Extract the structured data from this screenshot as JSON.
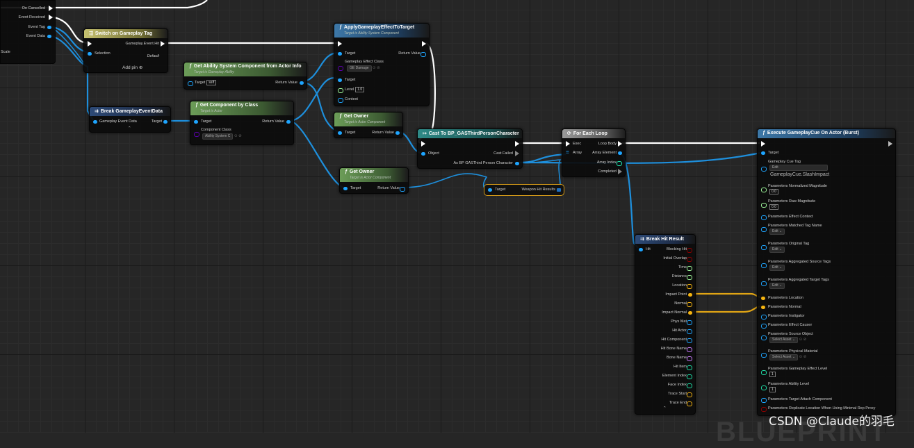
{
  "left_partial": {
    "pins": [
      "On Cancelled",
      "Event Received",
      "Event Tag",
      "Event Data",
      "Scale"
    ]
  },
  "switch_node": {
    "title": "Switch on Gameplay Tag",
    "pin_selection": "Selection",
    "pin_case": "Gameplay.Event.Hit",
    "pin_default": "Default",
    "add_pin": "Add pin"
  },
  "break_event_node": {
    "title": "Break GameplayEventData",
    "pin_in": "Gameplay Event Data",
    "pin_out": "Target"
  },
  "get_asc_node": {
    "title": "Get Ability System Component from Actor Info",
    "subtitle": "Target is Gameplay Ability",
    "pin_target": "Target",
    "target_value": "self",
    "pin_return": "Return Value"
  },
  "get_component_node": {
    "title": "Get Component by Class",
    "subtitle": "Target is Actor",
    "pin_target": "Target",
    "pin_return": "Return Value",
    "pin_class": "Component Class",
    "class_value": "Ability System C"
  },
  "apply_effect_node": {
    "title": "ApplyGameplayEffectToTarget",
    "subtitle": "Target is Ability System Component",
    "pin_target": "Target",
    "pin_return": "Return Value",
    "pin_class": "Gameplay Effect Class",
    "class_value": "GE Damage",
    "pin_target2": "Target",
    "pin_level": "Level",
    "level_value": "1.0",
    "pin_context": "Context"
  },
  "get_owner_1": {
    "title": "Get Owner",
    "subtitle": "Target is Actor Component",
    "pin_target": "Target",
    "pin_return": "Return Value"
  },
  "get_owner_2": {
    "title": "Get Owner",
    "subtitle": "Target is Actor Component",
    "pin_target": "Target",
    "pin_return": "Return Value"
  },
  "cast_node": {
    "title": "Cast To BP_GASThirdPersonCharacter",
    "pin_object": "Object",
    "pin_failed": "Cast Failed",
    "pin_as": "As BP GASThird Person Character"
  },
  "weapon_getter": {
    "pin_target": "Target",
    "pin_out": "Weapon Hit Results"
  },
  "foreach_node": {
    "title": "For Each Loop",
    "pin_exec": "Exec",
    "pin_array": "Array",
    "pin_loop": "Loop Body",
    "pin_element": "Array Element",
    "pin_index": "Array Index",
    "pin_completed": "Completed"
  },
  "break_hit_node": {
    "title": "Break Hit Result",
    "pin_hit": "Hit",
    "outputs": [
      "Blocking Hit",
      "Initial Overlap",
      "Time",
      "Distance",
      "Location",
      "Impact Point",
      "Normal",
      "Impact Normal",
      "Phys Mat",
      "Hit Actor",
      "Hit Component",
      "Hit Bone Name",
      "Bone Name",
      "Hit Item",
      "Element Index",
      "Face Index",
      "Trace Start",
      "Trace End"
    ]
  },
  "execute_cue_node": {
    "title": "Execute GameplayCue On Actor (Burst)",
    "pin_target": "Target",
    "pin_cue_tag": "Gameplay Cue Tag",
    "cue_edit": "Edit",
    "cue_value": "GameplayCue.SlashImpact",
    "p_norm_mag": "Parameters Normalized Magnitude",
    "norm_mag_val": "0.0",
    "p_raw_mag": "Parameters Raw Magnitude",
    "raw_mag_val": "0.0",
    "p_effect_context": "Parameters Effect Context",
    "p_matched_tag": "Parameters Matched Tag Name",
    "edit_label": "Edit",
    "p_original_tag": "Parameters Original Tag",
    "p_agg_source": "Parameters Aggregated Source Tags",
    "p_agg_target": "Parameters Aggregated Target Tags",
    "p_location": "Parameters Location",
    "p_normal": "Parameters Normal",
    "p_instigator": "Parameters Instigator",
    "p_causer": "Parameters Effect Causer",
    "p_source_obj": "Parameters Source Object",
    "select_asset": "Select Asset",
    "p_phys_mat": "Parameters Physical Material",
    "p_effect_level": "Parameters Gameplay Effect Level",
    "effect_level_val": "1",
    "p_ability_level": "Parameters Ability Level",
    "ability_level_val": "1",
    "p_attach": "Parameters Target Attach Component",
    "p_replicate": "Parameters Replicate Location When Using Minimal Rep Proxy"
  },
  "watermark": "BLUEPRINT",
  "csdn": "CSDN @Claude的羽毛",
  "colors": {
    "exec": "#ffffff",
    "object": "#1ea5ff",
    "struct": "#f5b410",
    "float": "#9ff89b",
    "bool": "#8c0000",
    "class": "#5a00aa",
    "name": "#c97bff",
    "int": "#1ee0a8"
  }
}
